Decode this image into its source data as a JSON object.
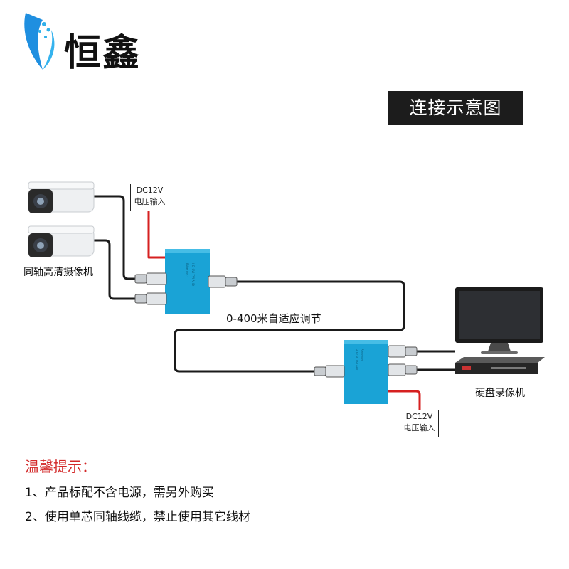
{
  "brand": {
    "name": "恒鑫"
  },
  "title": "连接示意图",
  "diagram": {
    "camera_label": "同轴高清摄像机",
    "power_top": {
      "line1": "DC12V",
      "line2": "电压输入"
    },
    "power_bottom": {
      "line1": "DC12V",
      "line2": "电压输入"
    },
    "distance_label": "0-400米自适应调节",
    "dvr_label": "硬盘录像机",
    "colors": {
      "device": "#1aa3d6",
      "cable": "#1a1a1a",
      "power": "#d62020"
    }
  },
  "tips": {
    "title": "温馨提示：",
    "items": [
      "1、产品标配不含电源，需另外购买",
      "2、使用单芯同轴线缆，禁止使用其它线材"
    ]
  }
}
